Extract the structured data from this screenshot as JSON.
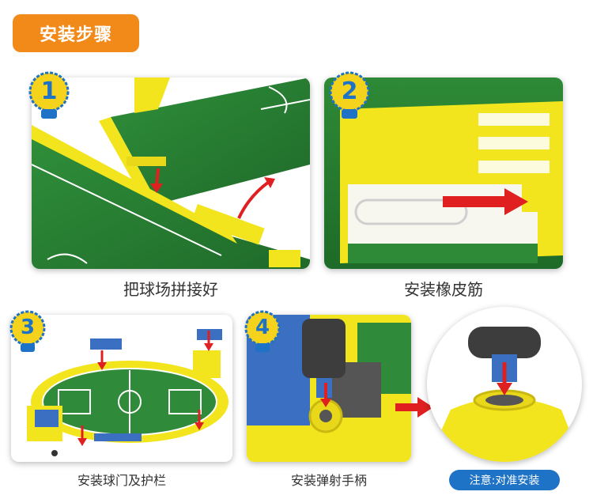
{
  "header": {
    "title": "安装步骤"
  },
  "steps": [
    {
      "number": "1",
      "caption": "把球场拼接好"
    },
    {
      "number": "2",
      "caption": "安装橡皮筋"
    },
    {
      "number": "3",
      "caption": "安装球门及护栏"
    },
    {
      "number": "4",
      "caption": "安装弹射手柄"
    }
  ],
  "note": {
    "label": "注意:对准安装"
  },
  "colors": {
    "accent": "#f28a1a",
    "note": "#1f73c6",
    "field_green": "#2f8a3a",
    "plastic_yellow": "#f2e51d",
    "arrow_red": "#e02020"
  }
}
